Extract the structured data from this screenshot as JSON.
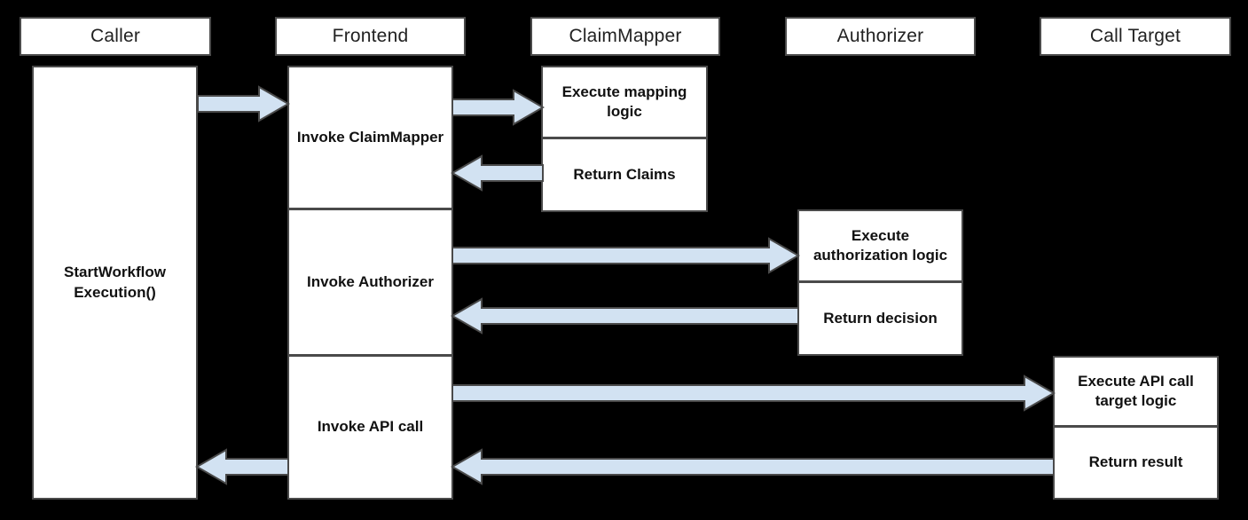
{
  "diagram": {
    "type": "sequence-diagram",
    "background_color": "#000000",
    "box_fill": "#ffffff",
    "box_border": "#4a4a4a",
    "arrow_fill": "#d2e2f2",
    "arrow_border": "#4a4a4a",
    "text_color": "#111111"
  },
  "lanes": [
    {
      "id": "caller",
      "label": "Caller"
    },
    {
      "id": "frontend",
      "label": "Frontend"
    },
    {
      "id": "claimmapper",
      "label": "ClaimMapper"
    },
    {
      "id": "authorizer",
      "label": "Authorizer"
    },
    {
      "id": "calltarget",
      "label": "Call Target"
    }
  ],
  "activations": {
    "caller": [
      {
        "id": "caller-start",
        "label": "StartWorkflow Execution()"
      }
    ],
    "frontend": [
      {
        "id": "fe-invoke-claimmapper",
        "label": "Invoke ClaimMapper"
      },
      {
        "id": "fe-invoke-authorizer",
        "label": "Invoke Authorizer"
      },
      {
        "id": "fe-invoke-api-call",
        "label": "Invoke API call"
      }
    ],
    "claimmapper": [
      {
        "id": "cm-execute-mapping",
        "label": "Execute mapping logic"
      },
      {
        "id": "cm-return-claims",
        "label": "Return Claims"
      }
    ],
    "authorizer": [
      {
        "id": "az-execute-auth",
        "label": "Execute authorization logic"
      },
      {
        "id": "az-return-decision",
        "label": "Return decision"
      }
    ],
    "calltarget": [
      {
        "id": "ct-execute-target",
        "label": "Execute API call target logic"
      },
      {
        "id": "ct-return-result",
        "label": "Return result"
      }
    ]
  },
  "messages": [
    {
      "id": "msg-caller-to-frontend",
      "from": "caller",
      "to": "frontend",
      "direction": "right",
      "label": ""
    },
    {
      "id": "msg-frontend-to-claimmapper",
      "from": "frontend",
      "to": "claimmapper",
      "direction": "right",
      "label": ""
    },
    {
      "id": "msg-claimmapper-to-frontend",
      "from": "claimmapper",
      "to": "frontend",
      "direction": "left",
      "label": ""
    },
    {
      "id": "msg-frontend-to-authorizer",
      "from": "frontend",
      "to": "authorizer",
      "direction": "right",
      "label": ""
    },
    {
      "id": "msg-authorizer-to-frontend",
      "from": "authorizer",
      "to": "frontend",
      "direction": "left",
      "label": ""
    },
    {
      "id": "msg-frontend-to-calltarget",
      "from": "frontend",
      "to": "calltarget",
      "direction": "right",
      "label": ""
    },
    {
      "id": "msg-calltarget-to-frontend",
      "from": "calltarget",
      "to": "frontend",
      "direction": "left",
      "label": ""
    },
    {
      "id": "msg-frontend-to-caller",
      "from": "frontend",
      "to": "caller",
      "direction": "left",
      "label": ""
    }
  ]
}
